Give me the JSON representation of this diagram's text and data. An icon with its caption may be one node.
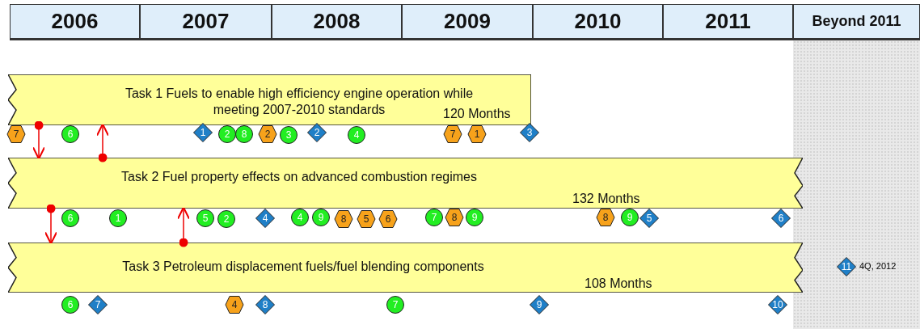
{
  "diagram": {
    "nodes": [
      {
        "text": [
          "Task 1 Fuels to enable high efficiency engine operation while meeting 2007-2010 standards",
          "120 Months"
        ]
      },
      {
        "text": [
          "7"
        ]
      },
      {
        "text": [
          "6"
        ]
      },
      {
        "text": [
          "1"
        ]
      },
      {
        "text": [
          "2"
        ]
      },
      {
        "text": [
          "8"
        ]
      },
      {
        "text": [
          "2"
        ]
      },
      {
        "text": [
          "3"
        ]
      },
      {
        "text": [
          "2"
        ]
      },
      {
        "text": [
          "4"
        ]
      },
      {
        "text": [
          "7"
        ]
      },
      {
        "text": [
          "1"
        ]
      },
      {
        "text": [
          "3"
        ]
      },
      {
        "text": [
          "Task 2 Fuel property effects on advanced combustion regimes",
          "132 Months"
        ]
      },
      {
        "text": [
          "6"
        ]
      },
      {
        "text": [
          "1"
        ]
      },
      {
        "text": [
          "5"
        ]
      },
      {
        "text": [
          "2"
        ]
      },
      {
        "text": [
          "4"
        ]
      },
      {
        "text": [
          "4"
        ]
      },
      {
        "text": [
          "9"
        ]
      },
      {
        "text": [
          "8"
        ]
      },
      {
        "text": [
          "5"
        ]
      },
      {
        "text": [
          "6"
        ]
      },
      {
        "text": [
          "7"
        ]
      },
      {
        "text": [
          "8"
        ]
      },
      {
        "text": [
          "9"
        ]
      },
      {
        "text": [
          "8"
        ]
      },
      {
        "text": [
          "9"
        ]
      },
      {
        "text": [
          "5"
        ]
      },
      {
        "text": [
          "6"
        ]
      },
      {
        "text": [
          "Task 3 Petroleum displacement fuels/fuel blending components",
          "108 Months"
        ]
      },
      {
        "text": [
          "6"
        ]
      },
      {
        "text": [
          "7"
        ]
      },
      {
        "text": [
          "4"
        ]
      },
      {
        "text": [
          "8"
        ]
      },
      {
        "text": [
          "7"
        ]
      },
      {
        "text": [
          "9"
        ]
      },
      {
        "text": [
          "10"
        ]
      },
      {
        "text": [
          "11"
        ],
        "beside": [
          "4Q, 2012"
        ]
      }
    ],
    "edges": [
      {
        "from": 0,
        "to": 13,
        "arrow": "to"
      },
      {
        "from": 13,
        "to": 0,
        "arrow": "to"
      },
      {
        "from": 13,
        "to": 31,
        "arrow": "to"
      },
      {
        "from": 31,
        "to": 13,
        "arrow": "to"
      }
    ],
    "labels": [
      "2006",
      "2007",
      "2008",
      "2009",
      "2010",
      "2011",
      "Beyond 2011"
    ]
  }
}
